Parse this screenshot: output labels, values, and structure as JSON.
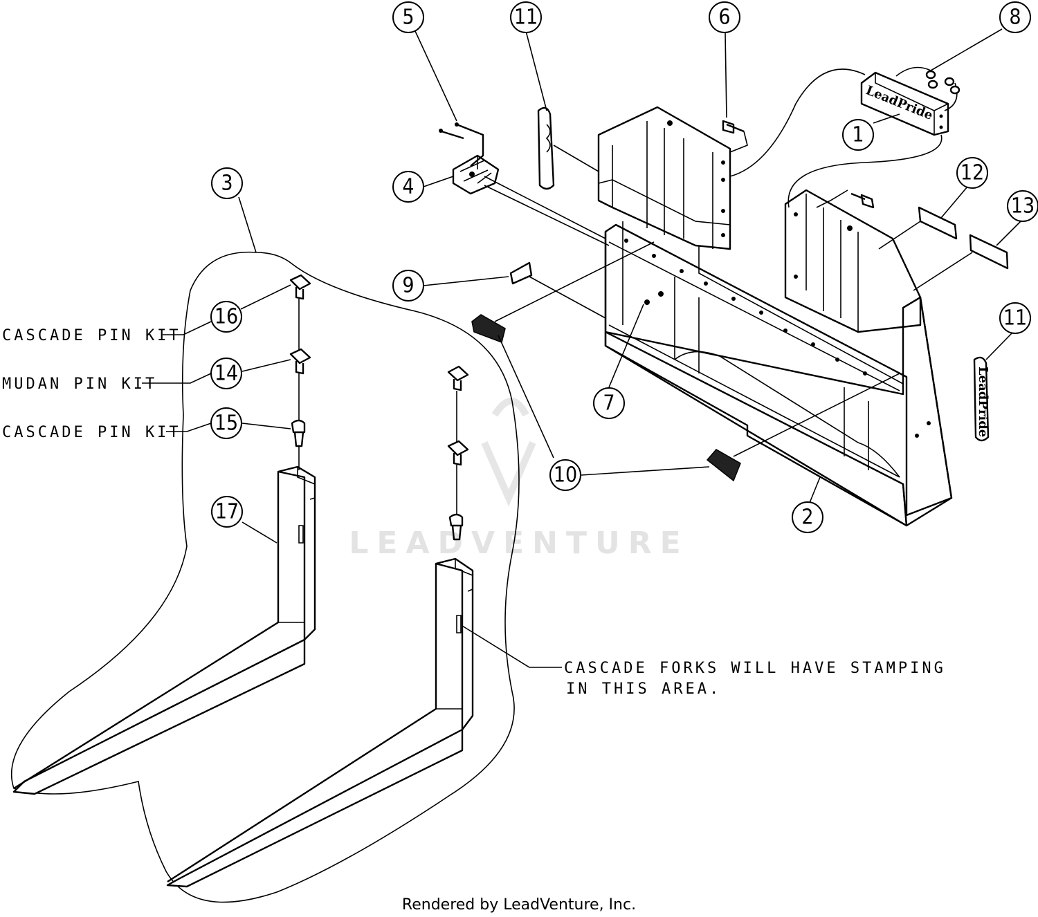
{
  "diagram": {
    "callouts": [
      {
        "id": "c1",
        "label": "1"
      },
      {
        "id": "c2",
        "label": "2"
      },
      {
        "id": "c3",
        "label": "3"
      },
      {
        "id": "c4",
        "label": "4"
      },
      {
        "id": "c5",
        "label": "5"
      },
      {
        "id": "c6",
        "label": "6"
      },
      {
        "id": "c7",
        "label": "7"
      },
      {
        "id": "c8",
        "label": "8"
      },
      {
        "id": "c9",
        "label": "9"
      },
      {
        "id": "c10",
        "label": "10"
      },
      {
        "id": "c11a",
        "label": "11"
      },
      {
        "id": "c11b",
        "label": "11"
      },
      {
        "id": "c12",
        "label": "12"
      },
      {
        "id": "c13",
        "label": "13"
      },
      {
        "id": "c14",
        "label": "14"
      },
      {
        "id": "c15",
        "label": "15"
      },
      {
        "id": "c16",
        "label": "16"
      },
      {
        "id": "c17",
        "label": "17"
      }
    ],
    "notes": {
      "cascade_pin_kit_top": "CASCADE PIN KIT",
      "mudan_pin_kit": "MUDAN PIN KIT",
      "cascade_pin_kit_bottom": "CASCADE PIN KIT",
      "stamping_line1": "CASCADE FORKS WILL HAVE STAMPING",
      "stamping_line2": "IN THIS AREA."
    },
    "brand_decal_text": "LeadPride",
    "watermark": "LEADVENTURE",
    "footer": "Rendered by LeadVenture, Inc."
  }
}
